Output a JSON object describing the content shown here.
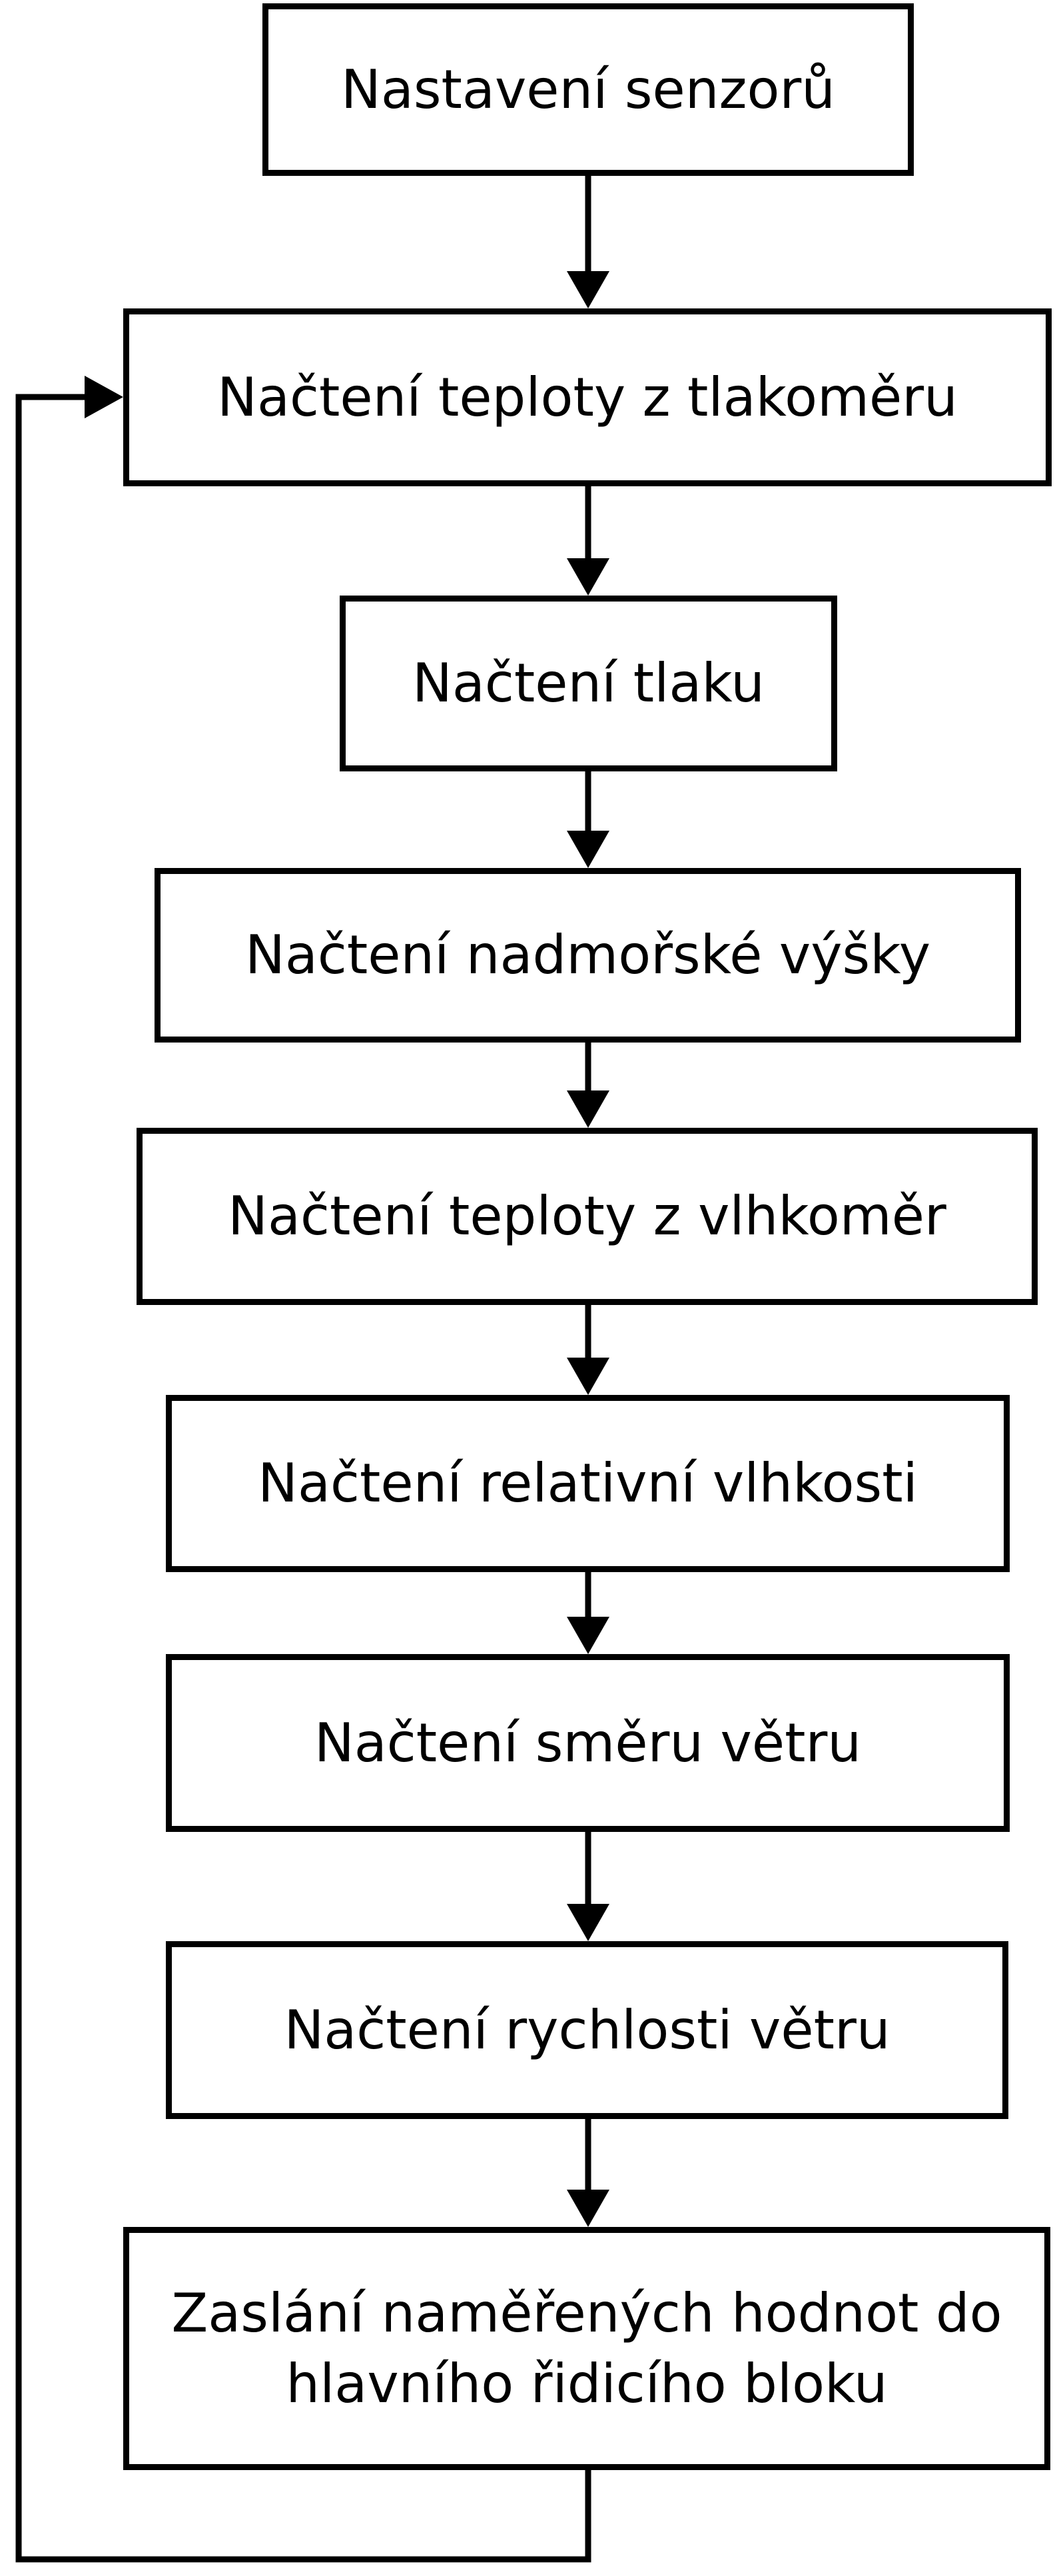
{
  "diagram": {
    "type": "flowchart",
    "language": "cs",
    "colors": {
      "background": "#ffffff",
      "box_fill": "#ffffff",
      "box_border": "#000000",
      "text": "#000000",
      "arrow": "#000000"
    },
    "nodes": [
      {
        "id": "n1",
        "label": "Nastavení senzorů"
      },
      {
        "id": "n2",
        "label": "Načtení teploty z tlakoměru"
      },
      {
        "id": "n3",
        "label": "Načtení tlaku"
      },
      {
        "id": "n4",
        "label": "Načtení nadmořské výšky"
      },
      {
        "id": "n5",
        "label": "Načtení teploty z vlhkoměr"
      },
      {
        "id": "n6",
        "label": "Načtení relativní vlhkosti"
      },
      {
        "id": "n7",
        "label": "Načtení směru větru"
      },
      {
        "id": "n8",
        "label": "Načtení rychlosti větru"
      },
      {
        "id": "n9",
        "label": "Zaslání naměřených hodnot do hlavního řidicího bloku"
      }
    ],
    "edges": [
      {
        "from": "n1",
        "to": "n2",
        "type": "arrow"
      },
      {
        "from": "n2",
        "to": "n3",
        "type": "arrow"
      },
      {
        "from": "n3",
        "to": "n4",
        "type": "arrow"
      },
      {
        "from": "n4",
        "to": "n5",
        "type": "arrow"
      },
      {
        "from": "n5",
        "to": "n6",
        "type": "arrow"
      },
      {
        "from": "n6",
        "to": "n7",
        "type": "arrow"
      },
      {
        "from": "n7",
        "to": "n8",
        "type": "arrow"
      },
      {
        "from": "n8",
        "to": "n9",
        "type": "arrow"
      },
      {
        "from": "n9",
        "to": "n2",
        "type": "loop-back"
      }
    ]
  }
}
